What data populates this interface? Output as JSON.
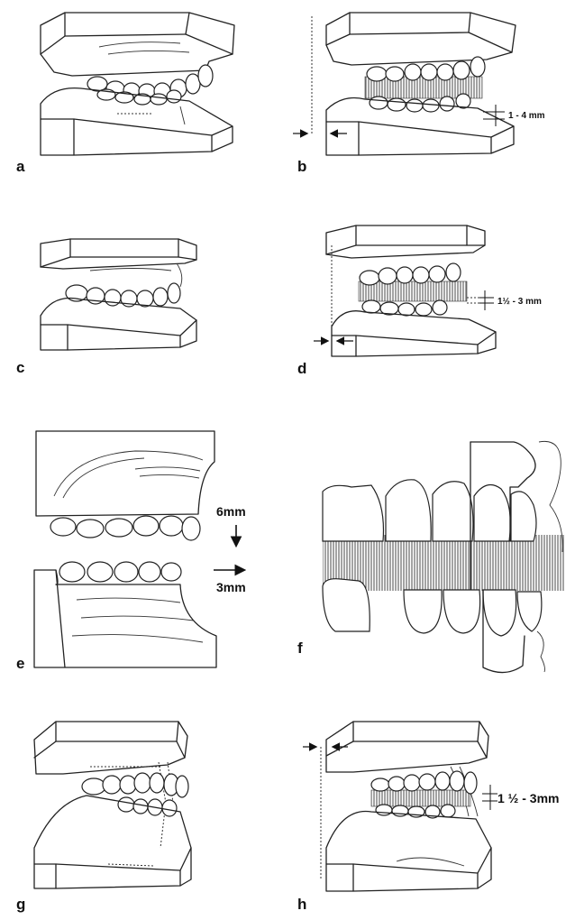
{
  "panels": [
    {
      "id": "a",
      "label": "a"
    },
    {
      "id": "b",
      "label": "b",
      "measurement": "1 - 4 mm"
    },
    {
      "id": "c",
      "label": "c"
    },
    {
      "id": "d",
      "label": "d",
      "measurement": "1½ - 3 mm"
    },
    {
      "id": "e",
      "label": "e",
      "vertical_move": "6mm",
      "horizontal_move": "3mm"
    },
    {
      "id": "f",
      "label": "f"
    },
    {
      "id": "g",
      "label": "g"
    },
    {
      "id": "h",
      "label": "h",
      "measurement": "1 ½ - 3mm"
    }
  ]
}
